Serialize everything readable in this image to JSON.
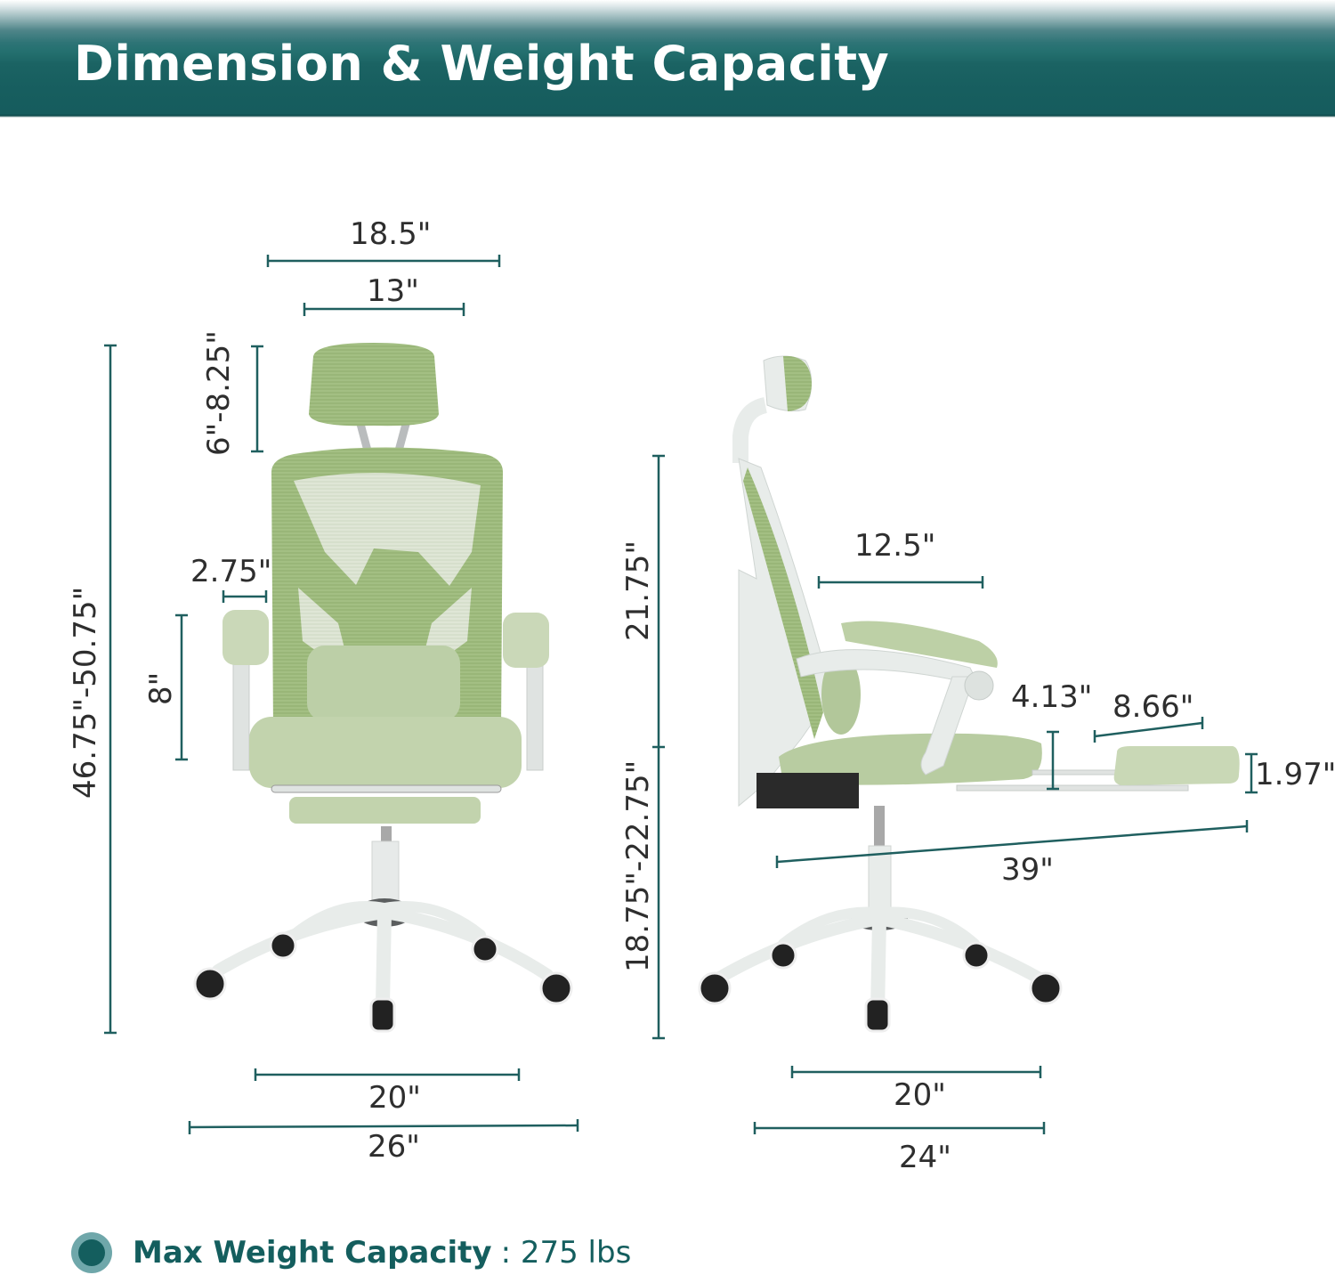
{
  "header": {
    "title": "Dimension & Weight Capacity"
  },
  "colors": {
    "header_teal": "#175e5f",
    "dimension_line": "#1f5f5f",
    "chair_green": "#a9c48a",
    "chair_frame": "#e8ecea",
    "footer_text": "#145e5e"
  },
  "front_view": {
    "overall_height": "46.75\"-50.75\"",
    "headrest_adjust": "6\"-8.25\"",
    "backrest_width": "18.5\"",
    "headrest_width": "13\"",
    "armrest_width": "2.75\"",
    "armrest_height": "8\"",
    "seat_width": "20\"",
    "base_width": "26\""
  },
  "side_view": {
    "backrest_height": "21.75\"",
    "seat_height": "18.75\"-22.75\"",
    "armrest_length": "12.5\"",
    "footrest_gap": "4.13\"",
    "footrest_depth": "8.66\"",
    "footrest_thickness": "1.97\"",
    "reclined_length": "39\"",
    "seat_depth": "20\"",
    "base_depth": "24\""
  },
  "footer": {
    "label": "Max Weight Capacity",
    "value": ": 275 lbs",
    "bullet_icon": "circle-bullet-icon"
  }
}
